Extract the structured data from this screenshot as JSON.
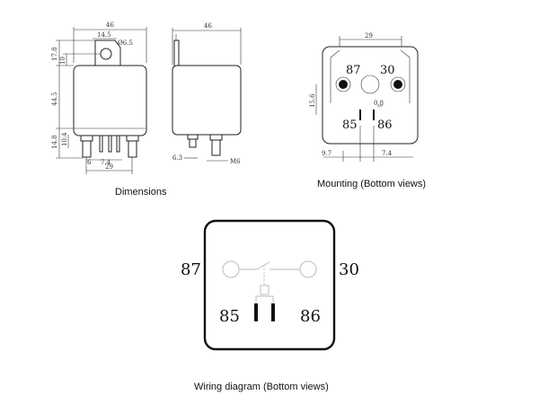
{
  "captions": {
    "dimensions": "Dimensions",
    "mounting": "Mounting (Bottom views)",
    "wiring": "Wiring diagram (Bottom views)"
  },
  "dimensions": {
    "front_width": "46",
    "tab_width": "14.5",
    "hole": "Ø6.5",
    "tab_height": "17.8",
    "tab_offset": "10",
    "body_height": "44.5",
    "pin_height": "14.8",
    "pin_short": "10.4",
    "pin_gap_a": "6",
    "pin_gap_b": "7.4",
    "pin_span": "29",
    "side_width": "46",
    "side_offset": "6.3",
    "thread": "M6"
  },
  "mounting": {
    "width": "29",
    "height": "15.6",
    "terminal_gap": "0.8",
    "left_offset": "9.7",
    "right_offset": "7.4",
    "pins": {
      "p87": "87",
      "p30": "30",
      "p85": "85",
      "p86": "86"
    }
  },
  "wiring": {
    "pins": {
      "p87": "87",
      "p30": "30",
      "p85": "85",
      "p86": "86"
    }
  }
}
